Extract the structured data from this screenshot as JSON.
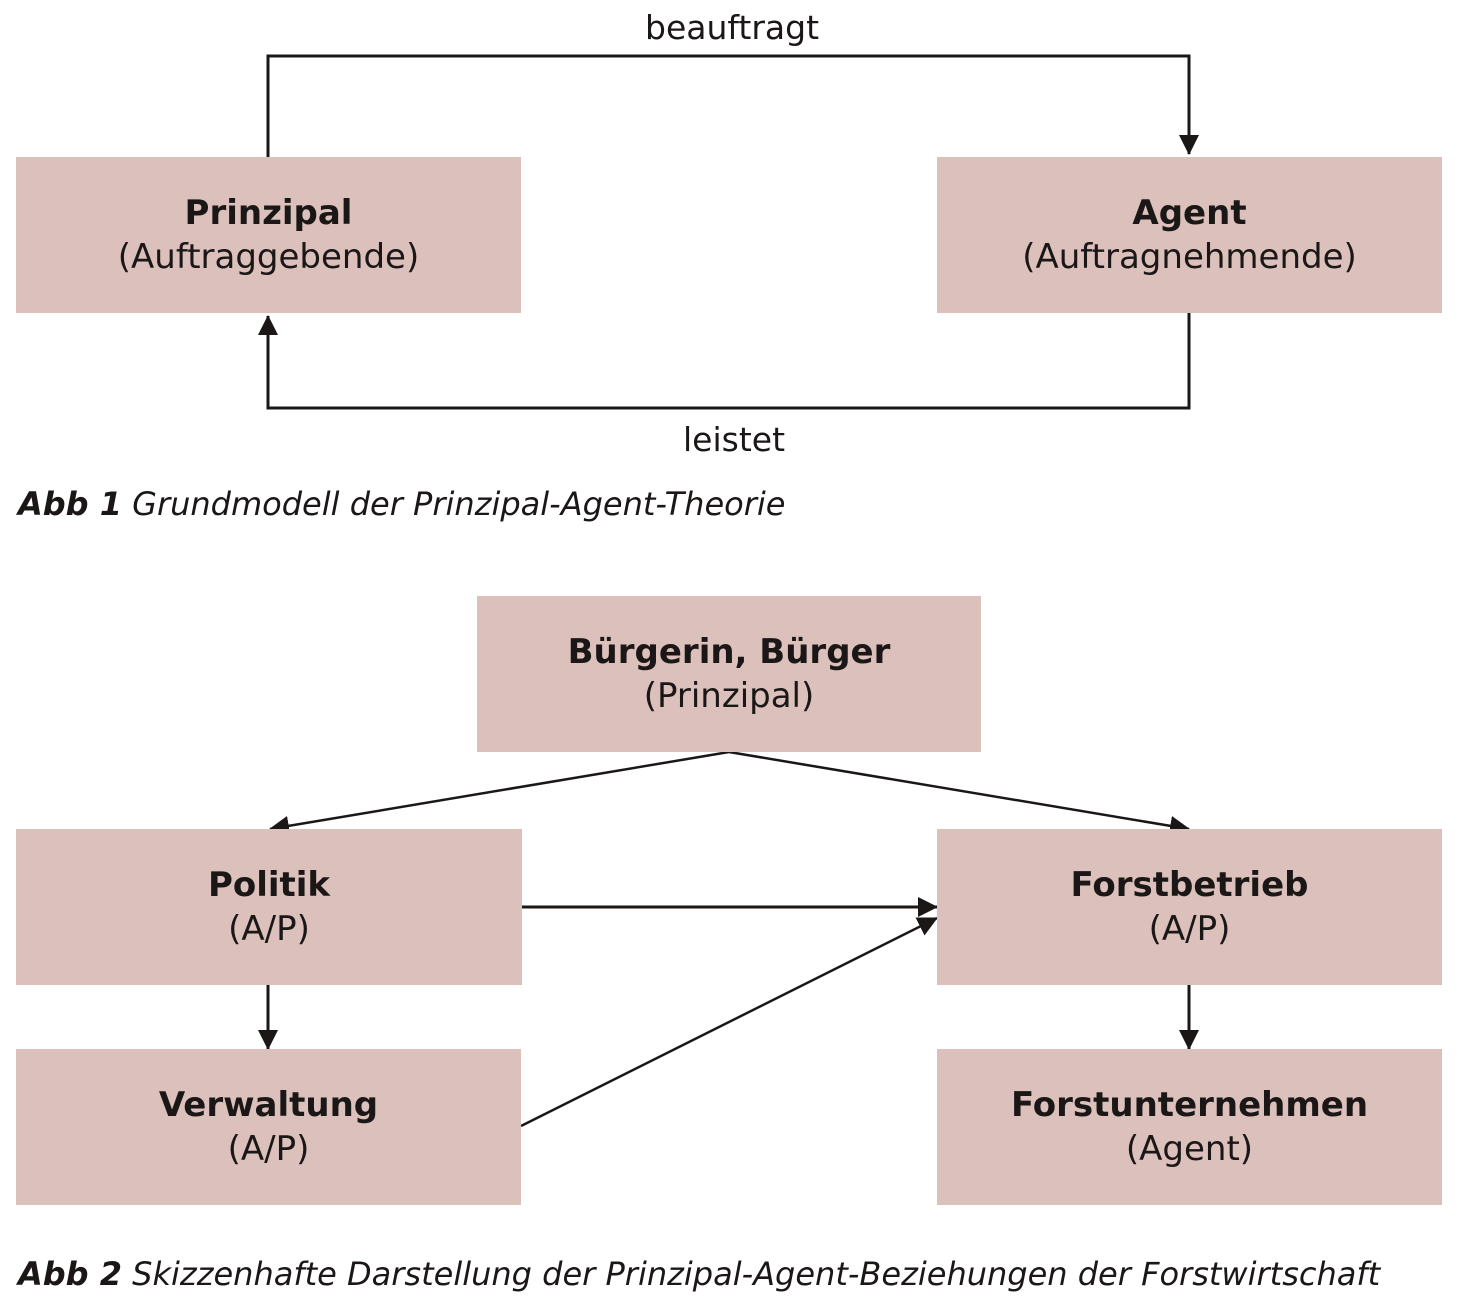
{
  "figure1": {
    "nodes": {
      "principal": {
        "title": "Prinzipal",
        "subtitle": "(Auftraggebende)"
      },
      "agent": {
        "title": "Agent",
        "subtitle": "(Auftragnehmende)"
      }
    },
    "edges": {
      "top_label": "beauftragt",
      "bottom_label": "leistet"
    },
    "caption": {
      "prefix": "Abb 1",
      "text": "Grundmodell der Prinzipal-Agent-Theorie"
    }
  },
  "figure2": {
    "nodes": {
      "citizen": {
        "title": "Bürgerin, Bürger",
        "subtitle": "(Prinzipal)"
      },
      "politics": {
        "title": "Politik",
        "subtitle": "(A/P)"
      },
      "forestry": {
        "title": "Forstbetrieb",
        "subtitle": "(A/P)"
      },
      "administration": {
        "title": "Verwaltung",
        "subtitle": "(A/P)"
      },
      "contractor": {
        "title": "Forstunternehmen",
        "subtitle": "(Agent)"
      }
    },
    "caption": {
      "prefix": "Abb 2",
      "text": "Skizzenhafte Darstellung der Prinzipal-Agent-Beziehungen der Forstwirtschaft"
    }
  },
  "colors": {
    "box_fill": "#dbc0bb",
    "line": "#1a1716",
    "background": "#ffffff"
  }
}
